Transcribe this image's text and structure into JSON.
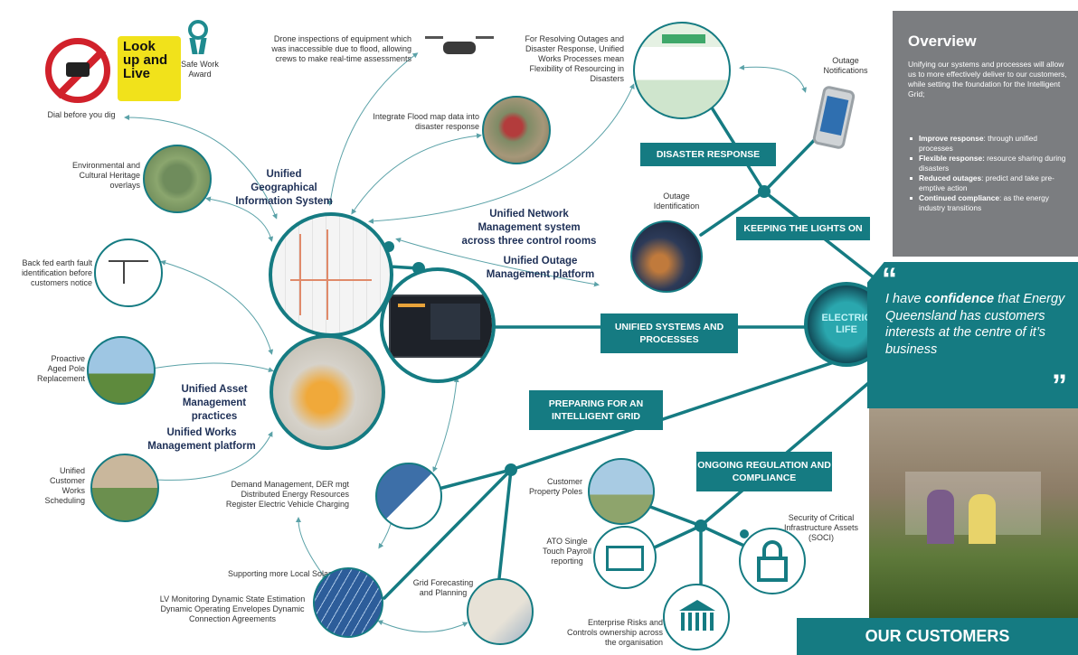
{
  "overview": {
    "title": "Overview",
    "intro": "Unifying our systems and processes will allow us to more effectively deliver to our customers, while setting the foundation for the Intelligent Grid;",
    "bullets": [
      {
        "bold": "Improve response",
        "text": ": through unified processes"
      },
      {
        "bold": "Flexible response:",
        "text": " resource sharing during disasters"
      },
      {
        "bold": "Reduced outages",
        "text": ": predict and take pre-emptive action"
      },
      {
        "bold": "Continued compliance",
        "text": ": as the energy industry transitions"
      }
    ]
  },
  "quote": {
    "open": "“",
    "before": "I have ",
    "emph": "confidence",
    "after": " that Energy Queensland has customers interests at the centre of it’s business",
    "close": "”"
  },
  "customers_label": "OUR CUSTOMERS",
  "hub_logo": "ELECTRIC LIFE",
  "banners": {
    "disaster": "DISASTER RESPONSE",
    "lights": "KEEPING THE LIGHTS ON",
    "unified": "UNIFIED SYSTEMS AND PROCESSES",
    "intelligent": "PREPARING FOR AN INTELLIGENT GRID",
    "regulation": "ONGOING REGULATION AND COMPLIANCE"
  },
  "bold_labels": {
    "gis": "Unified Geographical Information System",
    "network": "Unified Network Management system across three control rooms",
    "outage": "Unified Outage Management platform",
    "asset": "Unified Asset Management practices",
    "works": "Unified Works Management platform"
  },
  "badges": {
    "look_up": "Look up and Live",
    "safe_work": "Safe Work Award"
  },
  "labels": {
    "dial": "Dial before you dig",
    "drone": "Drone inspections of equipment which was inaccessible due to flood, allowing crews to make real-time assessments",
    "resolving": "For Resolving Outages and Disaster Response, Unified Works Processes mean Flexibility of Resourcing in Disasters",
    "outage_notifications": "Outage Notifications",
    "flood": "Integrate Flood map data into disaster response",
    "environmental": "Environmental and Cultural Heritage overlays",
    "outage_identification": "Outage Identification",
    "backfed": "Back fed earth fault identification before customers notice",
    "aged_pole": "Proactive Aged Pole Replacement",
    "scheduling": "Unified Customer Works Scheduling",
    "demand": "Demand Management, DER mgt Distributed Energy Resources Register Electric Vehicle Charging",
    "local_solar": "Supporting more Local Solar",
    "lv": "LV Monitoring Dynamic State Estimation Dynamic Operating Envelopes Dynamic Connection Agreements",
    "grid_forecast": "Grid Forecasting and Planning",
    "customer_poles": "Customer Property Poles",
    "ato": "ATO Single Touch Payroll reporting",
    "enterprise": "Enterprise Risks and Controls ownership across the organisation",
    "soci": "Security of Critical Infrastructure Assets (SOCI)"
  },
  "colors": {
    "teal": "#157b82",
    "grey_panel": "#7b7d80",
    "navy_text": "#1d2f56"
  }
}
